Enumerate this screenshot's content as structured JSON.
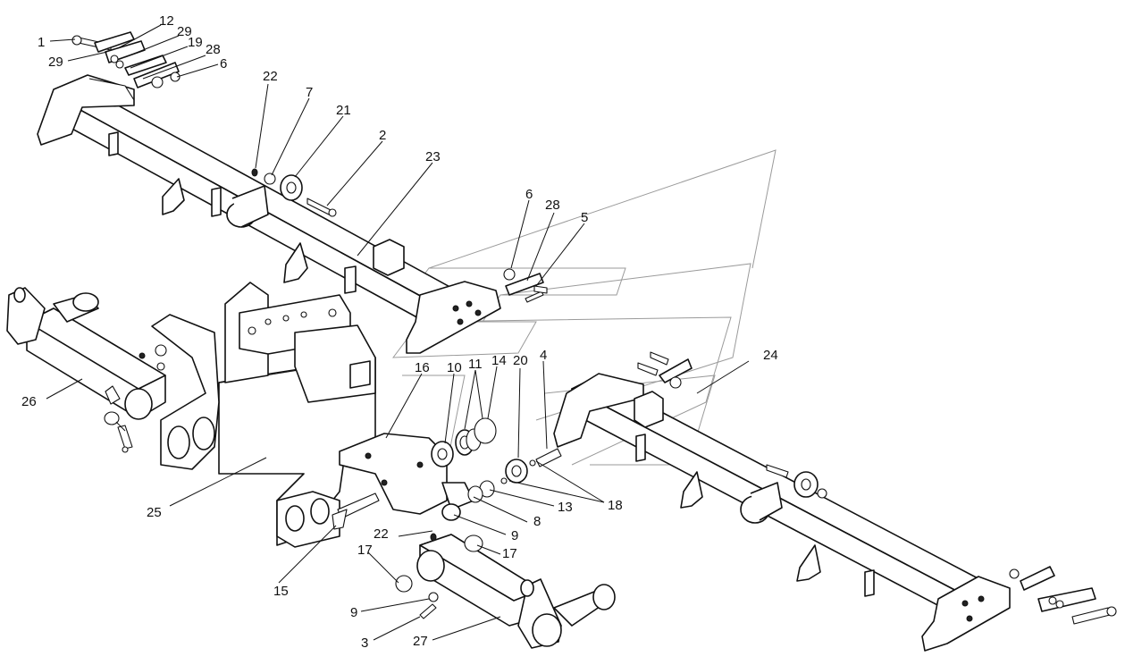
{
  "callouts": [
    {
      "key": "c1",
      "text": "1"
    },
    {
      "key": "c2",
      "text": "2"
    },
    {
      "key": "c3",
      "text": "3"
    },
    {
      "key": "c4",
      "text": "4"
    },
    {
      "key": "c5",
      "text": "5"
    },
    {
      "key": "c6a",
      "text": "6"
    },
    {
      "key": "c6b",
      "text": "6"
    },
    {
      "key": "c7",
      "text": "7"
    },
    {
      "key": "c8",
      "text": "8"
    },
    {
      "key": "c9a",
      "text": "9"
    },
    {
      "key": "c9b",
      "text": "9"
    },
    {
      "key": "c10",
      "text": "10"
    },
    {
      "key": "c11",
      "text": "11"
    },
    {
      "key": "c12",
      "text": "12"
    },
    {
      "key": "c13",
      "text": "13"
    },
    {
      "key": "c14",
      "text": "14"
    },
    {
      "key": "c15",
      "text": "15"
    },
    {
      "key": "c16",
      "text": "16"
    },
    {
      "key": "c17a",
      "text": "17"
    },
    {
      "key": "c17b",
      "text": "17"
    },
    {
      "key": "c18",
      "text": "18"
    },
    {
      "key": "c19",
      "text": "19"
    },
    {
      "key": "c20",
      "text": "20"
    },
    {
      "key": "c21",
      "text": "21"
    },
    {
      "key": "c22a",
      "text": "22"
    },
    {
      "key": "c22b",
      "text": "22"
    },
    {
      "key": "c23",
      "text": "23"
    },
    {
      "key": "c24",
      "text": "24"
    },
    {
      "key": "c25",
      "text": "25"
    },
    {
      "key": "c26",
      "text": "26"
    },
    {
      "key": "c27",
      "text": "27"
    },
    {
      "key": "c28a",
      "text": "28"
    },
    {
      "key": "c28b",
      "text": "28"
    },
    {
      "key": "c29a",
      "text": "29"
    },
    {
      "key": "c29b",
      "text": "29"
    }
  ]
}
